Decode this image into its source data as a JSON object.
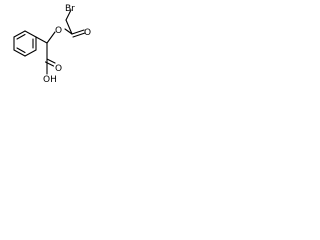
{
  "molecule": {
    "atoms": {
      "br": "Br",
      "ester_oxygen": "O",
      "carbonyl_oxygen_ester": "O",
      "carbonyl_oxygen_acid": "O",
      "hydroxyl": "OH"
    }
  }
}
